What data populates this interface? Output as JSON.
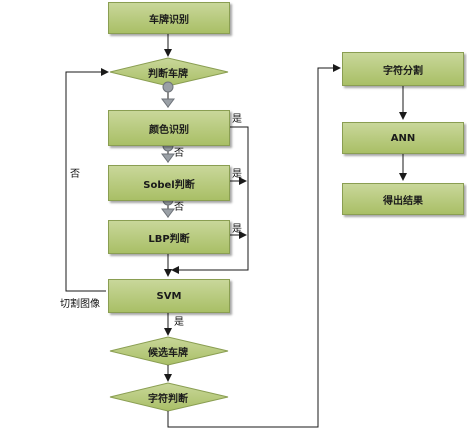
{
  "nodes": {
    "plate_recognition": "车牌识别",
    "plate_judge": "判断车牌",
    "color_recognition": "颜色识别",
    "sobel_judge": "Sobel判断",
    "lbp_judge": "LBP判断",
    "svm": "SVM",
    "candidate_plate": "候选车牌",
    "char_judge": "字符判断",
    "char_segmentation": "字符分割",
    "ann": "ANN",
    "get_result": "得出结果"
  },
  "labels": {
    "yes_color": "是",
    "yes_sobel": "是",
    "yes_lbp": "是",
    "yes_svm": "是",
    "no_color": "否",
    "no_sobel": "否",
    "no_loop": "否",
    "cut_image": "切割图像"
  },
  "colors": {
    "box_fill": "#b5c878",
    "box_border": "#8a9e52",
    "line": "#1a1a1a",
    "connector": "#9aa0a6"
  }
}
